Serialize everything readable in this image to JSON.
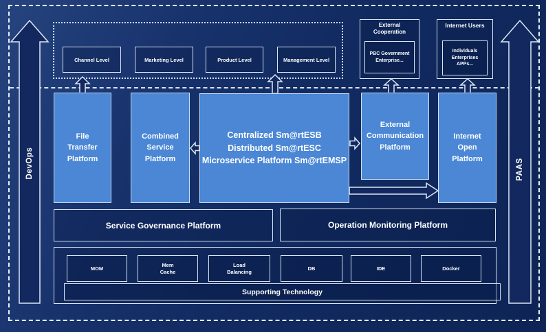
{
  "diagram": {
    "side_rails": {
      "left_label": "DevOps",
      "right_label": "PAAS"
    },
    "business_levels": [
      "Channel Level",
      "Marketing Level",
      "Product Level",
      "Management Level"
    ],
    "external_cooperation": {
      "title": "External\nCooperation",
      "members": "PBC Government\nEnterprise..."
    },
    "internet_users": {
      "title": "Internet Users",
      "members": "Individuals\nEnterprises\nAPPs..."
    },
    "platforms": {
      "file_transfer": "File\nTransfer\nPlatform",
      "combined_service": "Combined\nService\nPlatform",
      "esb": "Centralized Sm@rtESB\nDistributed Sm@rtESC\nMicroservice Platform Sm@rtEMSP",
      "external_communication": "External\nCommunication\nPlatform",
      "internet_open": "Internet\nOpen\nPlatform"
    },
    "management_platforms": {
      "service_governance": "Service Governance Platform",
      "operation_monitoring": "Operation Monitoring Platform"
    },
    "supporting": {
      "title": "Supporting Technology",
      "technologies": [
        "MOM",
        "Mem\nCache",
        "Load\nBalancing",
        "DB",
        "IDE",
        "Docker"
      ]
    },
    "colors": {
      "background": "#12285e",
      "platform_blue": "#4b87d5",
      "line_light": "#dde8f7"
    }
  }
}
